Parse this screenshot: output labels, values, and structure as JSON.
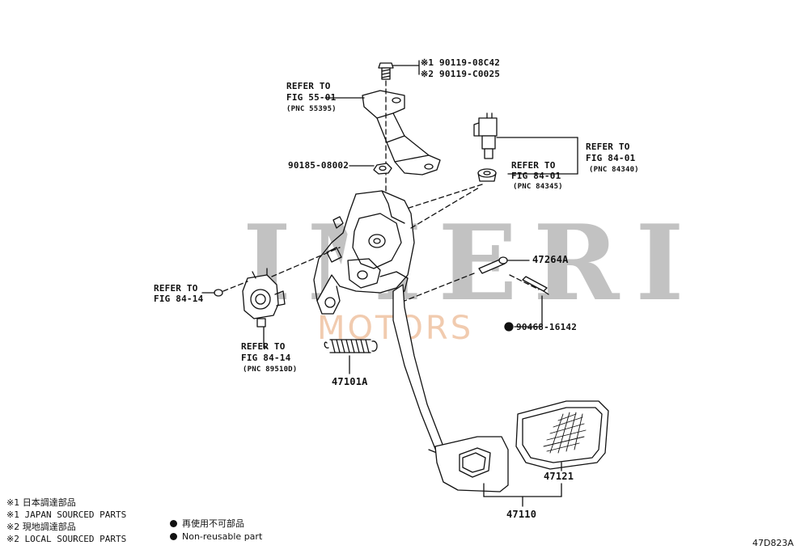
{
  "watermark": {
    "brand": "IMERI",
    "sub": "MOTORS",
    "brand_color": "#6e6e6e",
    "sub_color": "#e6a06e"
  },
  "bolt_callout": {
    "line1": "※1 90119-08C42",
    "line2": "※2 90119-C0025"
  },
  "refer_55": {
    "line1": "REFER TO",
    "line2": "FIG 55-01",
    "line3": "(PNC 55395)"
  },
  "nut_90185": "90185-08002",
  "refer_84_01_switch": {
    "line1": "REFER TO",
    "line2": "FIG 84-01",
    "line3": "(PNC 84340)"
  },
  "refer_84_01_cushion": {
    "line1": "REFER TO",
    "line2": "FIG 84-01",
    "line3": "(PNC 84345)"
  },
  "pin_47264A": "47264A",
  "clip_90468": "90468-16142",
  "refer_84_14_left": {
    "line1": "REFER TO",
    "line2": "FIG 84-14"
  },
  "refer_84_14_sensor": {
    "line1": "REFER TO",
    "line2": "FIG 84-14",
    "line3": "(PNC 89510D)"
  },
  "spring_47101A": "47101A",
  "pad_47121": "47121",
  "pedal_47110": "47110",
  "legend": {
    "l1": "※1 日本調達部品",
    "l2": "※1 JAPAN SOURCED PARTS",
    "l3": "※2 現地調達部品",
    "l4": "※2 LOCAL SOURCED PARTS",
    "n1": "再使用不可部品",
    "n2": "Non-reusable part"
  },
  "figure_code": "47D823A"
}
